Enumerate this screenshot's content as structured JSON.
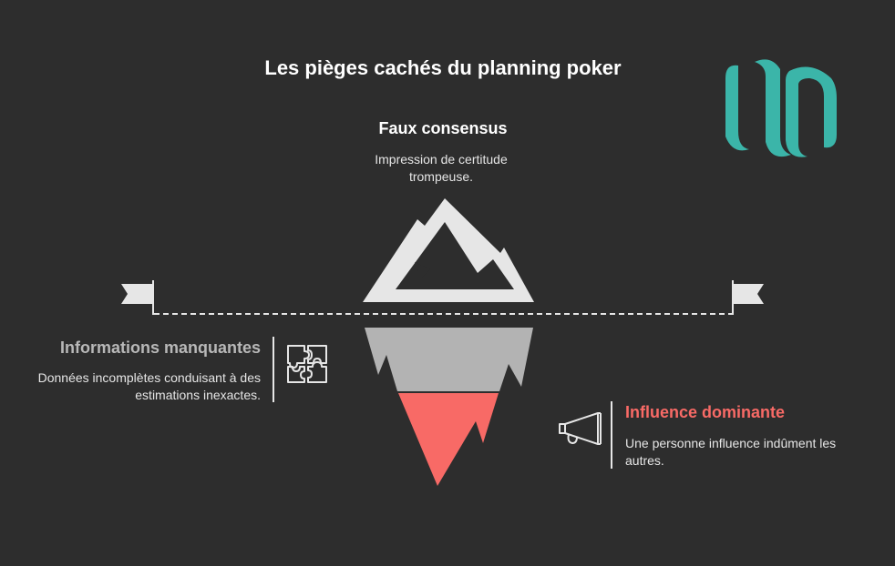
{
  "title": "Les pièges cachés du planning poker",
  "top_item": {
    "heading": "Faux consensus",
    "description": "Impression de certitude trompeuse."
  },
  "left_item": {
    "heading": "Informations manquantes",
    "description": "Données incomplètes conduisant à des estimations inexactes.",
    "icon": "puzzle-icon"
  },
  "right_item": {
    "heading": "Influence dominante",
    "description": "Une personne influence indûment les autres.",
    "icon": "megaphone-icon"
  },
  "colors": {
    "background": "#2d2d2d",
    "iceberg_top": "#e6e6e6",
    "iceberg_middle": "#b3b3b3",
    "iceberg_bottom": "#f86a66",
    "logo": "#3bb5a9"
  }
}
